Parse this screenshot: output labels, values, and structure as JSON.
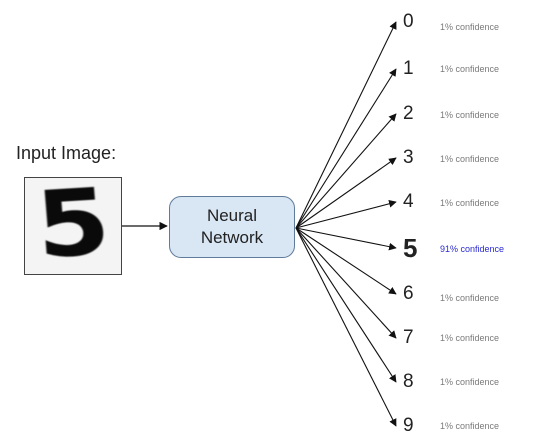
{
  "input": {
    "label": "Input Image:",
    "digit": "5"
  },
  "network": {
    "line1": "Neural",
    "line2": "Network"
  },
  "outputs": [
    {
      "digit": "0",
      "confidence": "1% confidence"
    },
    {
      "digit": "1",
      "confidence": "1% confidence"
    },
    {
      "digit": "2",
      "confidence": "1% confidence"
    },
    {
      "digit": "3",
      "confidence": "1% confidence"
    },
    {
      "digit": "4",
      "confidence": "1% confidence"
    },
    {
      "digit": "5",
      "confidence": "91% confidence"
    },
    {
      "digit": "6",
      "confidence": "1% confidence"
    },
    {
      "digit": "7",
      "confidence": "1% confidence"
    },
    {
      "digit": "8",
      "confidence": "1% confidence"
    },
    {
      "digit": "9",
      "confidence": "1% confidence"
    }
  ],
  "colors": {
    "node_fill": "#d9e6f4",
    "node_border": "#5f7b9a",
    "highlight_text": "#2a2ad0",
    "arrow": "#111111"
  }
}
